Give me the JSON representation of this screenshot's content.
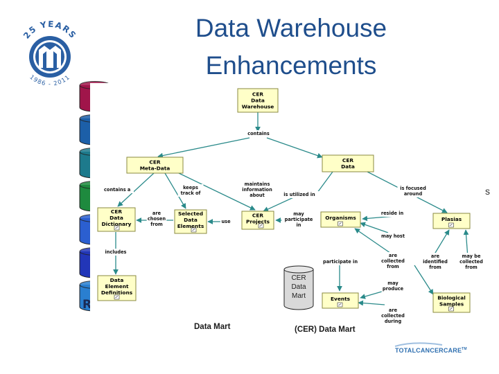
{
  "slide": {
    "title_line1": "Data Warehouse",
    "title_line2": "Enhancements",
    "stray_text": "s"
  },
  "logo": {
    "years_text": "25 YEARS",
    "dates_text": "1986 - 2011",
    "color": "#2a5fa3"
  },
  "cylinders": {
    "colors": [
      "#a0154a",
      "#1c5fa8",
      "#1d7a8c",
      "#1e8a3e",
      "#2b5fd0",
      "#2236b8",
      "#2a7fd0"
    ],
    "bottom_letter": "R"
  },
  "diagram": {
    "nodes": {
      "warehouse": "CER|Data|Warehouse",
      "metadata": "CER|Meta-Data",
      "cerdata": "CER|Data",
      "dictionary": "CER|Data|Dictionary",
      "selected": "Selected|Data|Elements",
      "projects": "CER|Projects",
      "organisms": "Organisms",
      "plasias": "Plasias",
      "definitions": "Data|Element|Definitions",
      "events": "Events",
      "biosamples": "Biological|Samples"
    },
    "edge_labels": {
      "contains": "contains",
      "contains_a": "contains a",
      "keeps_track_of": "keeps|track of",
      "maintains_info": "maintains|information|about",
      "is_utilized_in": "is utilized in",
      "is_focused_around": "is focused|around",
      "are_chosen_from": "are|chosen|from",
      "use": "use",
      "may_participate_in": "may|participate|in",
      "reside_in": "reside in",
      "may_host": "may host",
      "includes": "includes",
      "participate_in": "participate in",
      "are_collected_from": "are|collected|from",
      "are_identified_from": "are|identified|from",
      "may_be_collected_from": "may be|collected|from",
      "may_produce": "may|produce",
      "are_collected_during": "are|collected|during"
    }
  },
  "data_mart": {
    "cylinder_label": "CER|Data|Mart",
    "left_label": "Data Mart",
    "right_label": "(CER)  Data Mart"
  },
  "footer": {
    "brand_text": "TOTALCANCERCARE",
    "trademark": "TM"
  }
}
